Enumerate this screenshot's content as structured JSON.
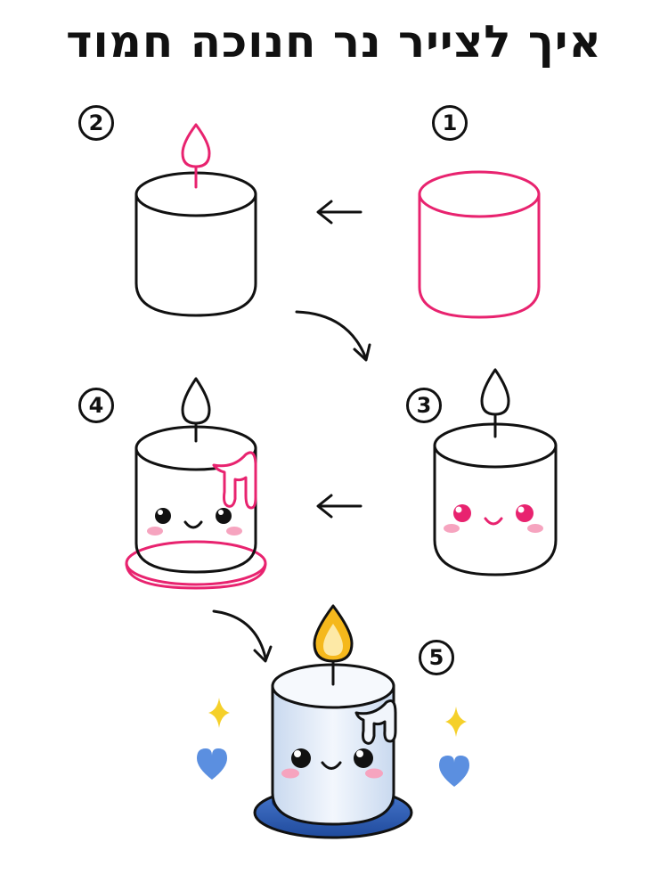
{
  "title": "איך לצייר נר חנוכה חמוד",
  "steps": [
    {
      "number": "1"
    },
    {
      "number": "2"
    },
    {
      "number": "3"
    },
    {
      "number": "4"
    },
    {
      "number": "5"
    }
  ],
  "colors": {
    "outline": "#111111",
    "highlight": "#e8236f",
    "blush": "#f6a4bf",
    "flame_outer": "#f5b81c",
    "flame_inner": "#fde9a6",
    "candle_body": "#dfeaf7",
    "plate": "#2f5fb8",
    "sparkle": "#f5d02a",
    "heart": "#5b8fe0"
  }
}
